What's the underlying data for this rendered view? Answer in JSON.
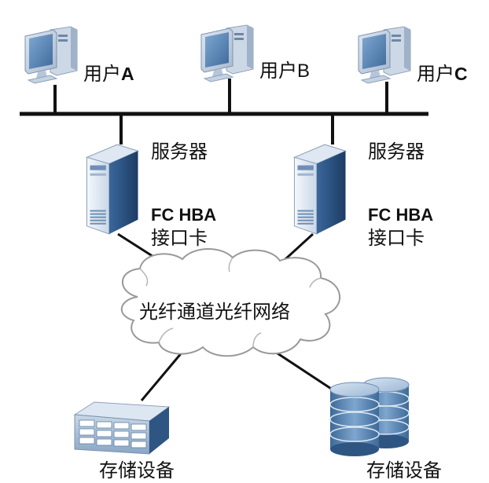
{
  "users": {
    "a": {
      "prefix": "用户",
      "letter": "A"
    },
    "b": {
      "prefix": "用户",
      "letter": "B"
    },
    "c": {
      "prefix": "用户",
      "letter": "C"
    }
  },
  "servers": {
    "left": {
      "label": "服务器",
      "hba_title": "FC HBA",
      "hba_subtitle": "接口卡"
    },
    "right": {
      "label": "服务器",
      "hba_title": "FC HBA",
      "hba_subtitle": "接口卡"
    }
  },
  "fabric": {
    "label": "光纤通道光纤网络"
  },
  "storage": {
    "left": {
      "label": "存储设备"
    },
    "right": {
      "label": "存储设备"
    }
  },
  "colors": {
    "line": "#111111",
    "monitor_frame": "#c8d4e2",
    "monitor_screen": "#5b88b8",
    "server_front": "#e2ebf5",
    "server_side": "#2a4f7e",
    "storage_blue": "#4c7aa9",
    "cloud_stroke": "#999999"
  }
}
